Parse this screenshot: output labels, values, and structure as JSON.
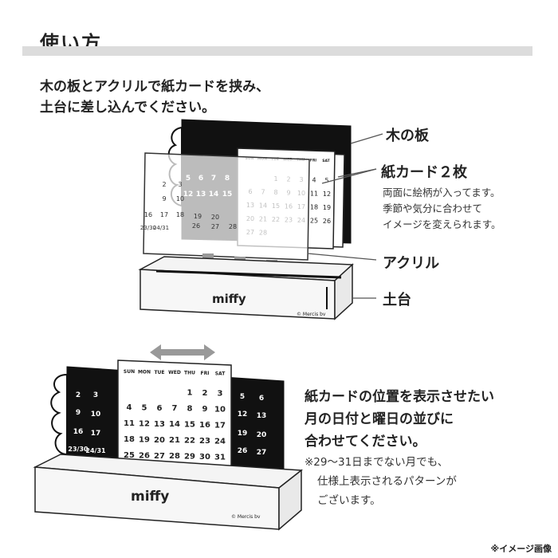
{
  "title": "使い方",
  "instruction": {
    "line1": "木の板とアクリルで紙カードを挟み、",
    "line2": "土台に差し込んでください。"
  },
  "labels": {
    "wood_board": "木の板",
    "paper_cards": "紙カード２枚",
    "paper_desc": [
      "両面に絵柄が入ってます。",
      "季節や気分に合わせて",
      "イメージを変えられます。"
    ],
    "acrylic": "アクリル",
    "base": "土台"
  },
  "brand": "miffy",
  "copyright": "© Mercis bv",
  "weekdays": [
    "SUN",
    "MON",
    "TUE",
    "WED",
    "THU",
    "FRI",
    "SAT"
  ],
  "dates": [
    "1",
    "2",
    "3",
    "4",
    "5",
    "6",
    "7",
    "8",
    "9",
    "10",
    "11",
    "12",
    "13",
    "14",
    "15",
    "16",
    "17",
    "18",
    "19",
    "20",
    "21",
    "22",
    "23",
    "24",
    "25",
    "26",
    "27",
    "28",
    "29",
    "30",
    "31"
  ],
  "combo_dates": [
    "23/30",
    "24/31"
  ],
  "message": {
    "line1": "紙カードの位置を表示させたい",
    "line2": "月の日付と曜日の並びに",
    "line3": "合わせてください。"
  },
  "note": {
    "line1": "※29～31日までない月でも、",
    "line2": "仕様上表示されるパターンが",
    "line3": "ございます。"
  },
  "footer": "※イメージ画像"
}
